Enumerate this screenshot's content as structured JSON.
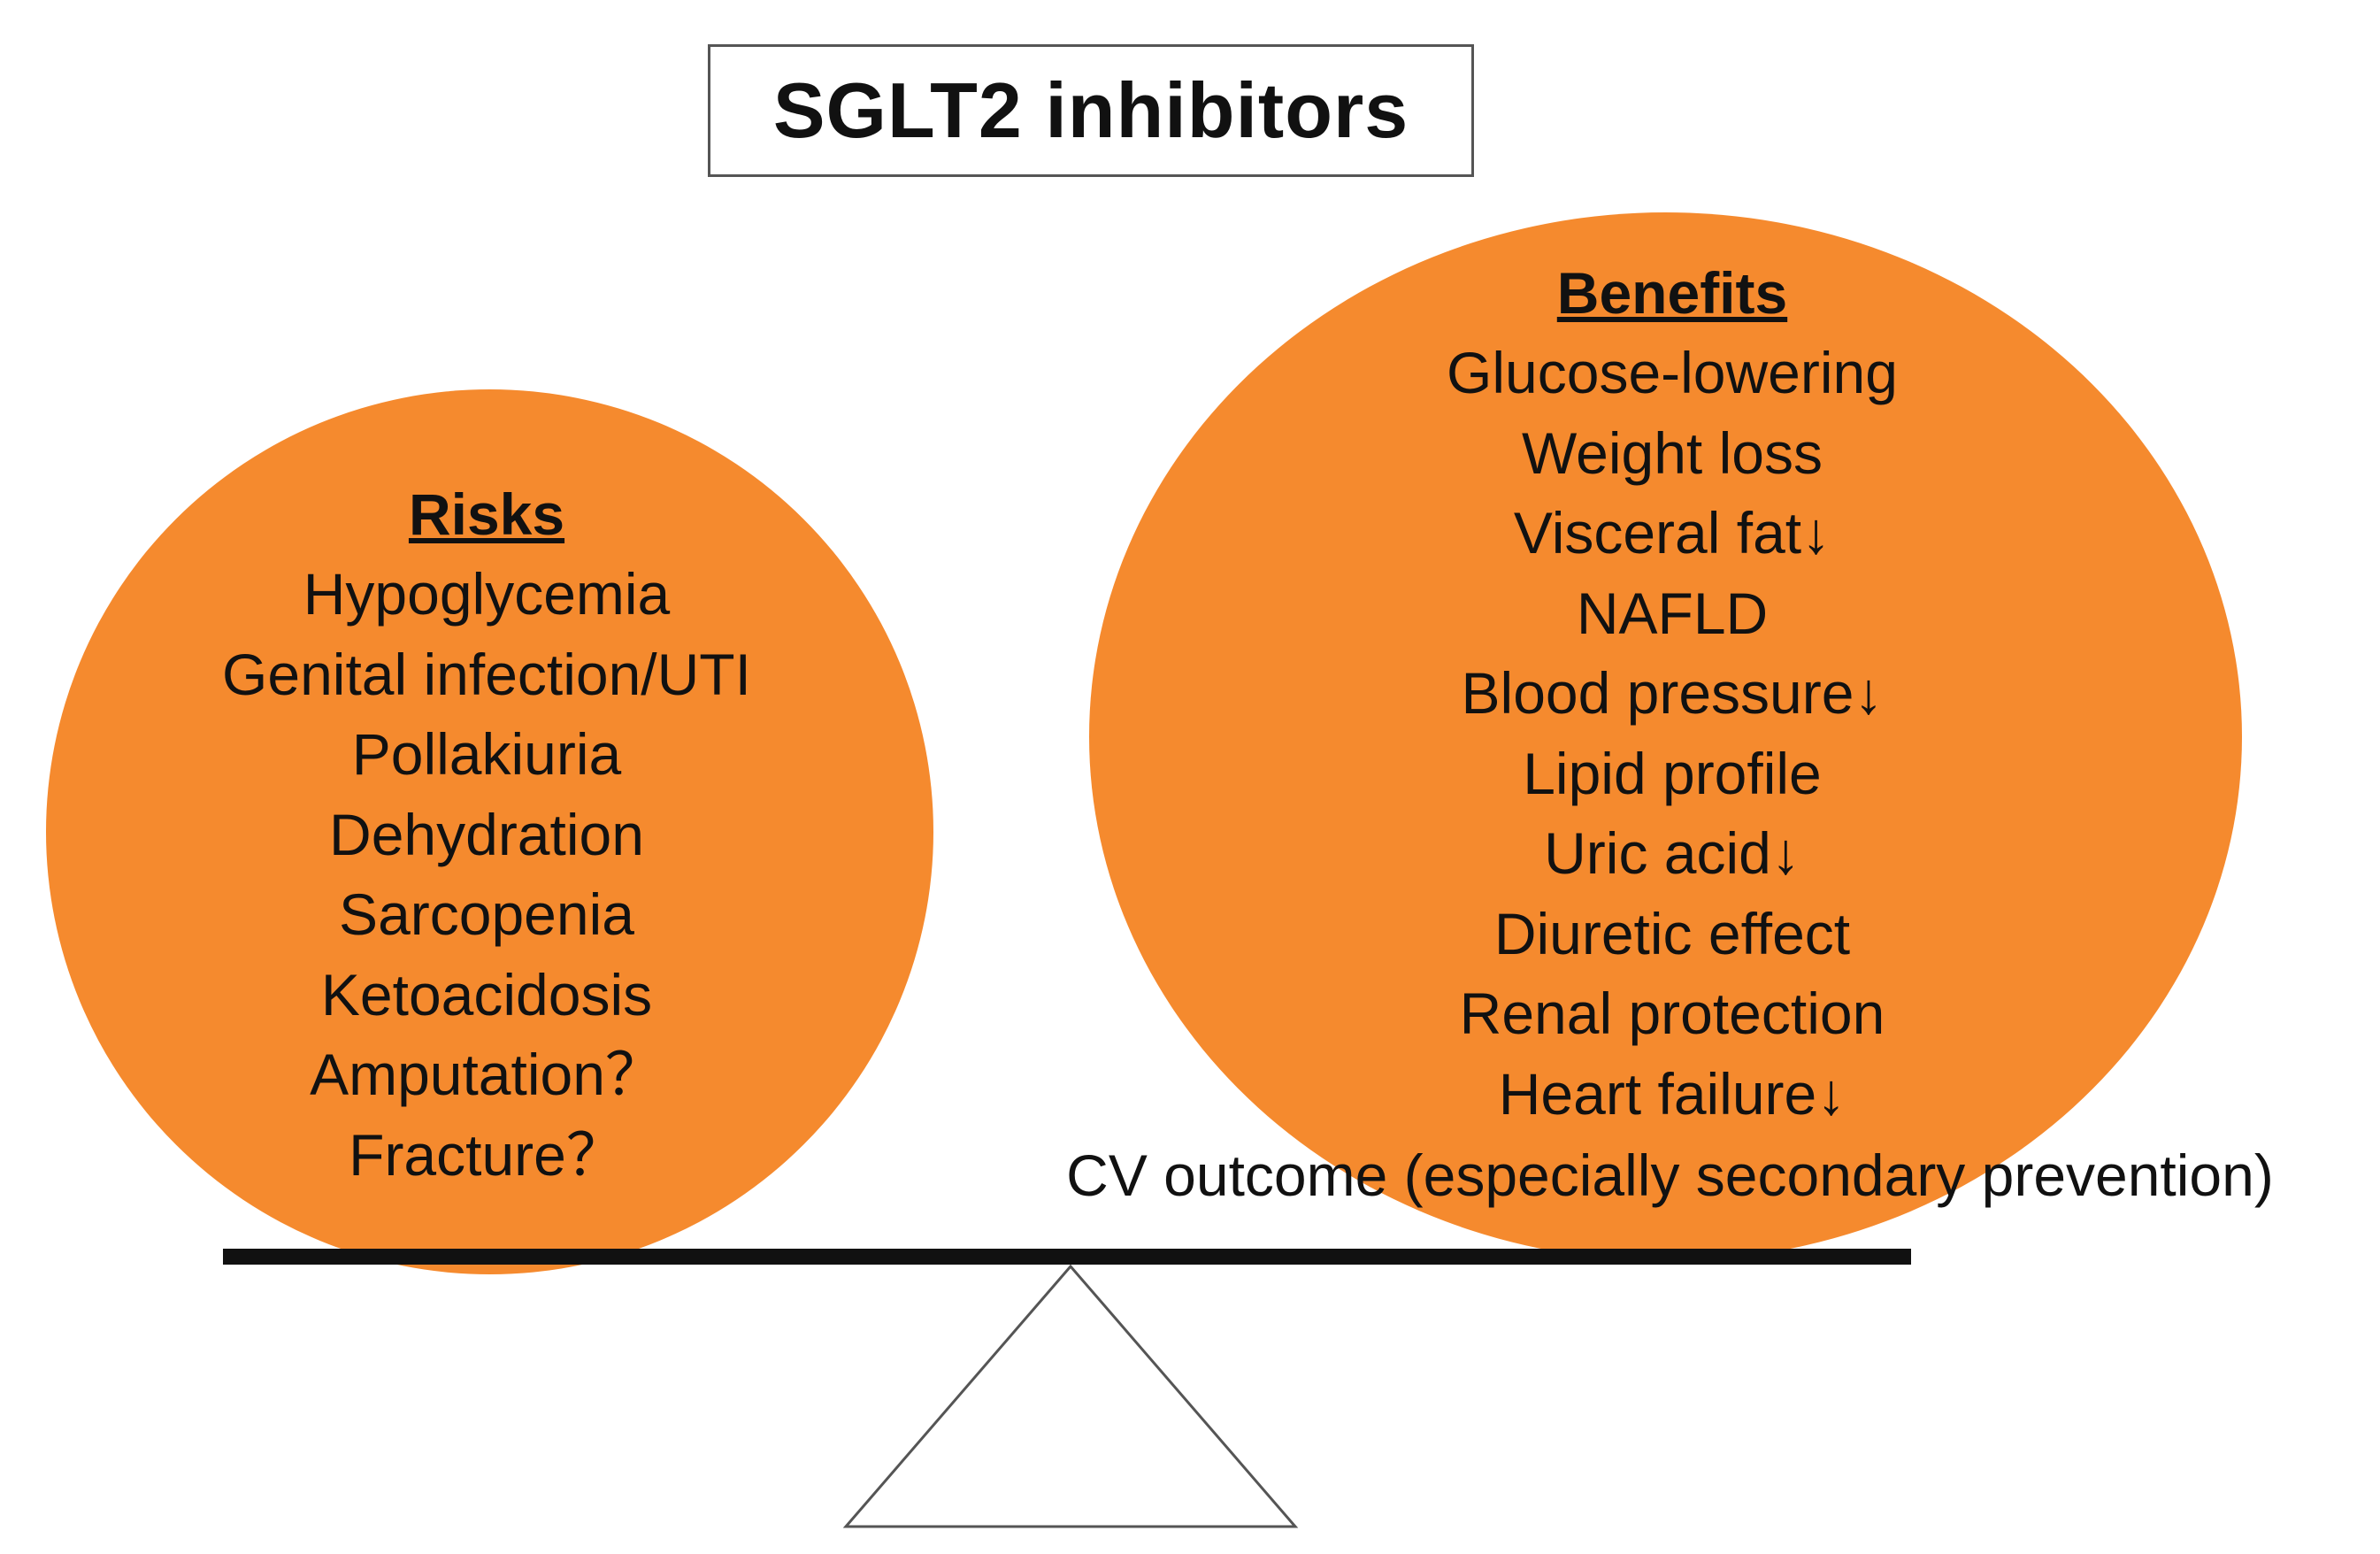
{
  "title": "SGLT2 inhibitors",
  "risks": {
    "heading": "Risks",
    "items": [
      "Hypoglycemia",
      "Genital infection/UTI",
      "Pollakiuria",
      "Dehydration",
      "Sarcopenia",
      "Ketoacidosis",
      "Amputation？",
      "Fracture？"
    ]
  },
  "benefits": {
    "heading": "Benefits",
    "items": [
      "Glucose-lowering",
      "Weight loss",
      "Visceral fat↓",
      "NAFLD",
      "Blood pressure↓",
      "Lipid profile",
      "Uric acid↓",
      "Diuretic effect",
      "Renal protection",
      "Heart failure↓"
    ],
    "cv_outcome": "CV outcome (especially secondary prevention)"
  },
  "colors": {
    "circle_fill": "#F58A2E",
    "beam": "#111111",
    "fulcrum_stroke": "#555555"
  }
}
